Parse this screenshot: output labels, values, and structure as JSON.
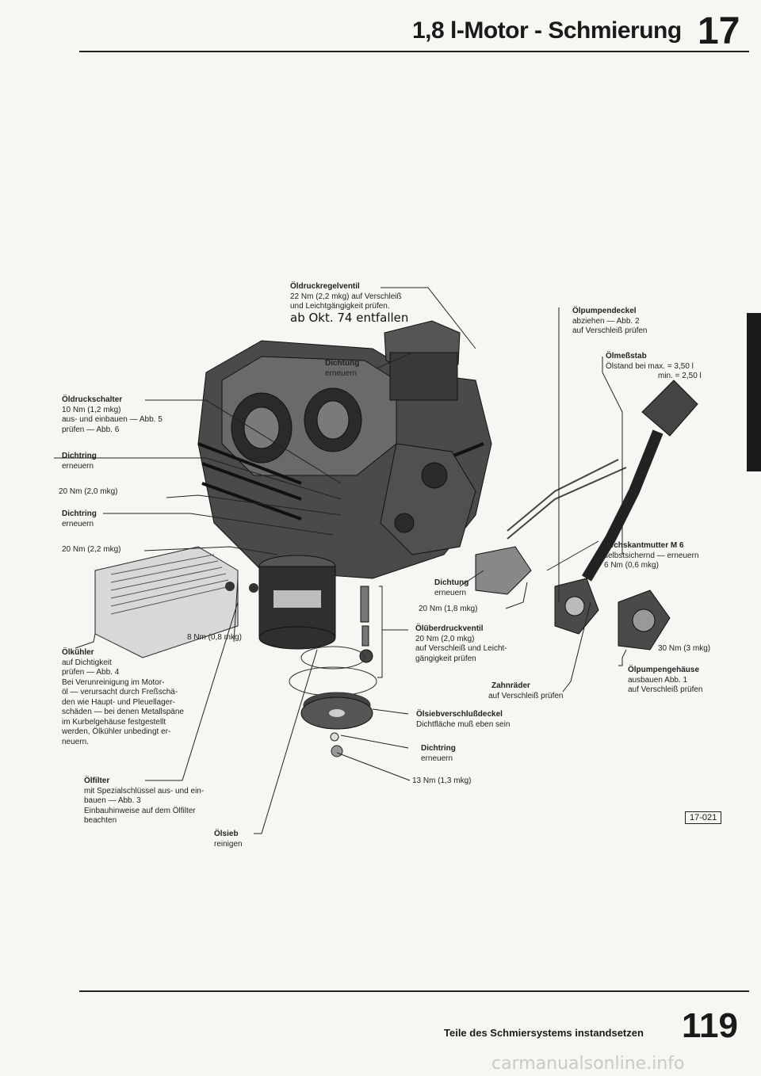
{
  "header": {
    "title": "1,8 l-Motor - Schmierung",
    "section": "17"
  },
  "labels": {
    "oeldruckregelventil": {
      "title": "Öldruckregelventil",
      "lines": [
        "22 Nm (2,2 mkg) auf Verschleiß",
        "und Leichtgängigkeit prüfen."
      ],
      "note": "ab Okt. 74 entfallen"
    },
    "oelpumpendeckel": {
      "title": "Ölpumpendeckel",
      "lines": [
        "abziehen — Abb. 2",
        "auf Verschleiß prüfen"
      ]
    },
    "dichtung_top": {
      "title": "Dichtung",
      "lines": [
        "erneuern"
      ]
    },
    "oelmessstab": {
      "title": "Ölmeßstab",
      "lines": [
        "Ölstand bei max. = 3,50 l",
        "min. = 2,50 l"
      ]
    },
    "oeldruckschalter": {
      "title": "Öldruckschalter",
      "lines": [
        "10 Nm (1,2 mkg)",
        "aus- und einbauen — Abb. 5",
        "prüfen — Abb. 6"
      ]
    },
    "dichtring1": {
      "title": "Dichtring",
      "lines": [
        "erneuern"
      ]
    },
    "torque_20_2_0": {
      "text": "20 Nm (2,0 mkg)"
    },
    "dichtring2": {
      "title": "Dichtring",
      "lines": [
        "erneuern"
      ]
    },
    "torque_20_2_2": {
      "text": "20 Nm (2,2 mkg)"
    },
    "sechskantmutter": {
      "title": "Sechskantmutter M 6",
      "lines": [
        "selbstsichernd — erneuern",
        "6 Nm (0,6 mkg)"
      ]
    },
    "dichtung_mid": {
      "title": "Dichtung",
      "lines": [
        "erneuern"
      ]
    },
    "torque_20_1_8": {
      "text": "20 Nm (1,8 mkg)"
    },
    "torque_8_0_8": {
      "text": "8 Nm (0,8 mkg)"
    },
    "oelueberdruckventil": {
      "title": "Ölüberdruckventil",
      "lines": [
        "20 Nm (2,0 mkg)",
        "auf Verschleiß und Leicht-",
        "gängigkeit prüfen"
      ]
    },
    "torque_30_3": {
      "text": "30 Nm (3 mkg)"
    },
    "oelpumpengehaeuse": {
      "title": "Ölpumpengehäuse",
      "lines": [
        "ausbauen Abb. 1",
        "auf Verschleiß prüfen"
      ]
    },
    "oelkuehler": {
      "title": "Ölkühler",
      "lines": [
        "auf Dichtigkeit",
        "prüfen — Abb. 4",
        "Bei Verunreinigung im Motor-",
        "öl — verursacht durch Freßschä-",
        "den wie Haupt- und Pleuellager-",
        "schäden — bei denen Metallspäne",
        "im Kurbelgehäuse festgestellt",
        "werden, Ölkühler unbedingt er-",
        "neuern."
      ]
    },
    "zahnraeder": {
      "title": "Zahnräder",
      "lines": [
        "auf Verschleiß prüfen"
      ]
    },
    "oelsiebverschlussdeckel": {
      "title": "Ölsiebverschlußdeckel",
      "lines": [
        "Dichtfläche muß eben sein"
      ]
    },
    "dichtring3": {
      "title": "Dichtring",
      "lines": [
        "erneuern"
      ]
    },
    "torque_13_1_3": {
      "text": "13 Nm (1,3 mkg)"
    },
    "oelfilter": {
      "title": "Ölfilter",
      "lines": [
        "mit Spezialschlüssel aus- und ein-",
        "bauen — Abb. 3",
        "Einbauhinweise auf dem Ölfilter",
        "beachten"
      ]
    },
    "oelsieb": {
      "title": "Ölsieb",
      "lines": [
        "reinigen"
      ]
    }
  },
  "figure_ref": "17-021",
  "footer": {
    "text": "Teile des Schmiersystems instandsetzen",
    "page": "119"
  },
  "watermark": "carmanualsonline.info",
  "colors": {
    "ink": "#1a1a1a",
    "paper": "#f7f6f2"
  }
}
